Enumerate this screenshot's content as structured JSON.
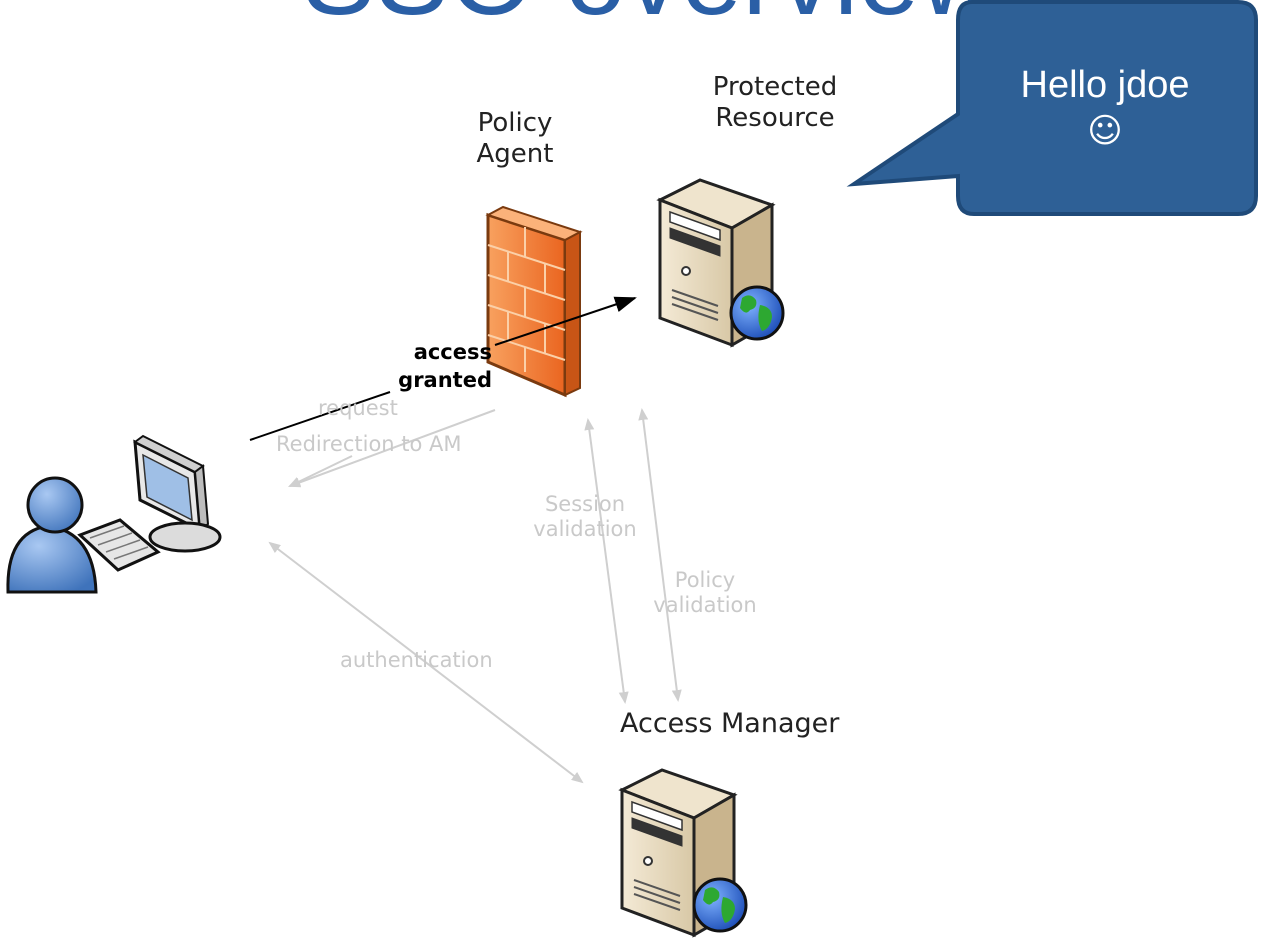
{
  "title": "SSO overview",
  "callout": {
    "line1": "Hello jdoe",
    "line2": "☺",
    "fill": "#2e6096",
    "stroke": "#1f4a79"
  },
  "labels": {
    "policy_agent": "Policy\nAgent",
    "protected_resource": "Protected\nResource",
    "access_manager": "Access Manager",
    "access_granted": "access\ngranted",
    "request": "request",
    "redirection": "Redirection to AM",
    "session_validation": "Session\nvalidation",
    "policy_validation": "Policy\nvalidation",
    "authentication": "authentication"
  },
  "icons": {
    "user": "user-person-icon",
    "computer": "desktop-computer-icon",
    "firewall": "firewall-icon",
    "server": "server-icon",
    "globe": "globe-icon"
  },
  "colors": {
    "title": "#2a5fa6",
    "firewall": "#f07a32",
    "dim_arrow": "#cfcfcf",
    "active_arrow": "#000000"
  }
}
